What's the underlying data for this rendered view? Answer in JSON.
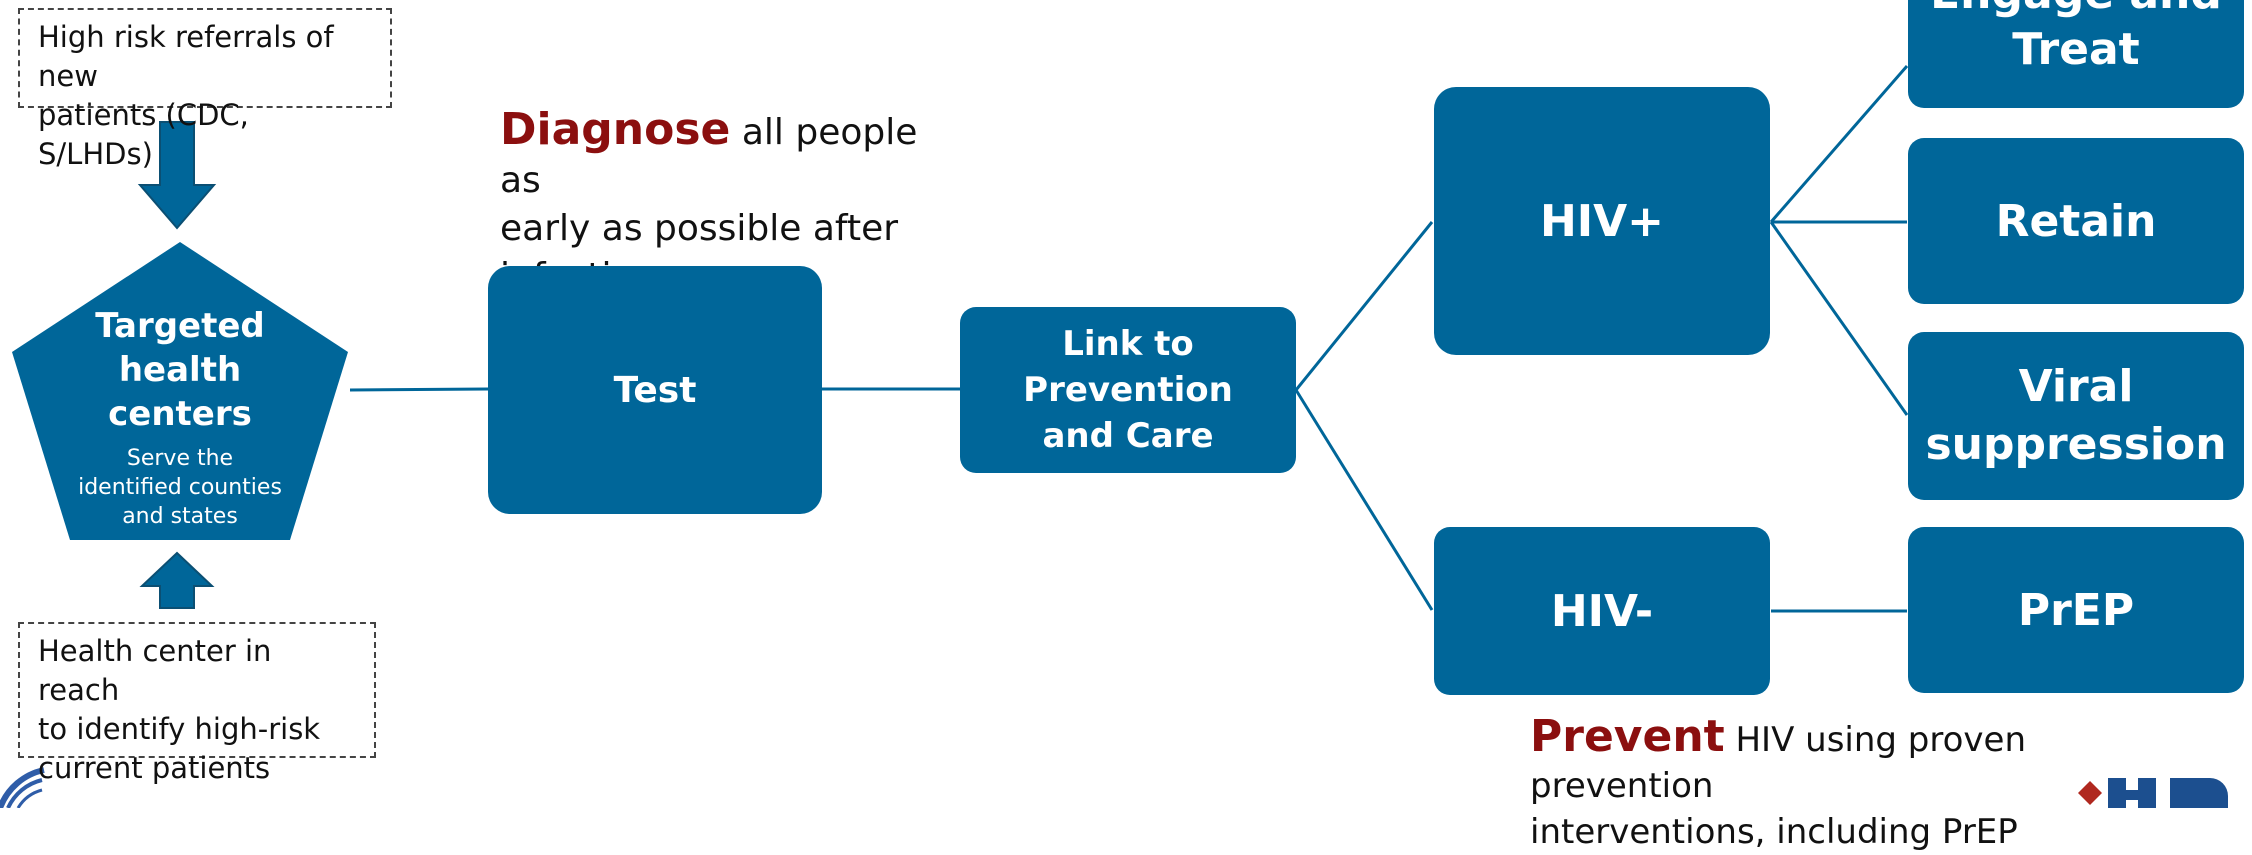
{
  "colors": {
    "box": "#006699",
    "emphasis": "#8b0f0f",
    "line": "#006699"
  },
  "notes": {
    "top_line1": "High risk referrals of new",
    "top_line2": "patients (CDC, S/LHDs)",
    "bottom_line1": "Health center in reach",
    "bottom_line2": "to identify high-risk",
    "bottom_line3": "current patients"
  },
  "pentagon": {
    "title_line1": "Targeted",
    "title_line2": "health",
    "title_line3": "centers",
    "sub_line1": "Serve the",
    "sub_line2": "identified counties",
    "sub_line3": "and states"
  },
  "diagnose": {
    "keyword": "Diagnose",
    "rest_line1": " all people as",
    "rest_line2": "early as possible after",
    "rest_line3": "infection"
  },
  "boxes": {
    "test": "Test",
    "link_line1": "Link to Prevention",
    "link_line2": "and Care",
    "hiv_pos": "HIV+",
    "hiv_neg": "HIV-",
    "engage_line1": "Engage and",
    "engage_line2": "Treat",
    "retain": "Retain",
    "viral_line1": "Viral",
    "viral_line2": "suppression",
    "prep": "PrEP"
  },
  "prevent": {
    "keyword": "Prevent",
    "rest_line1": " HIV using  proven prevention",
    "rest_line2": "interventions, including PrEP"
  },
  "icons": [
    "arrow-down-icon",
    "arrow-up-icon",
    "hhs-seal-logo",
    "hrsa-logo"
  ]
}
